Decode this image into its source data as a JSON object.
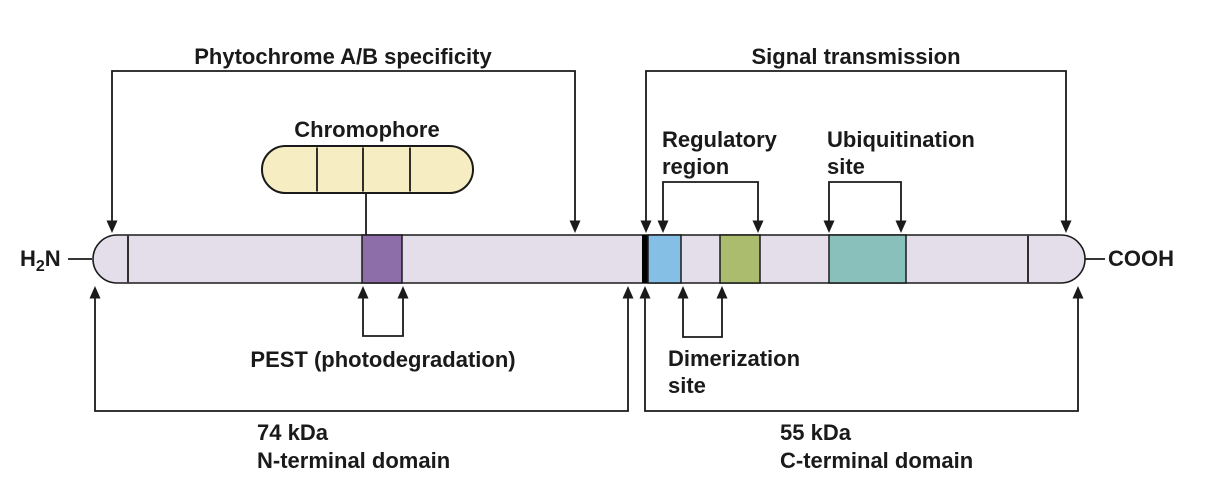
{
  "diagram": {
    "top_brackets": {
      "phytochrome_specificity": "Phytochrome A/B specificity",
      "signal_transmission": "Signal transmission"
    },
    "chromophore": {
      "label": "Chromophore"
    },
    "regions": {
      "regulatory_line1": "Regulatory",
      "regulatory_line2": "region",
      "ubiquitination_line1": "Ubiquitination",
      "ubiquitination_line2": "site",
      "pest": "PEST (photodegradation)",
      "dimerization_line1": "Dimerization",
      "dimerization_line2": "site"
    },
    "domains": {
      "n_terminal_mass": "74 kDa",
      "n_terminal_name": "N-terminal domain",
      "c_terminal_mass": "55 kDa",
      "c_terminal_name": "C-terminal domain"
    },
    "termini": {
      "amino_h": "H",
      "amino_sub": "2",
      "amino_n": "N",
      "carboxyl": "COOH"
    }
  },
  "colors": {
    "protein_bar": "#E3DEEA",
    "chromophore_pill": "#F7EDC2",
    "pest_segment": "#8D6EA8",
    "hinge_segment": "#000000",
    "regulatory_segment": "#85BFE5",
    "dimerization_segment": "#ACBC6F",
    "ubiquitination_segment": "#8AC0BC"
  }
}
